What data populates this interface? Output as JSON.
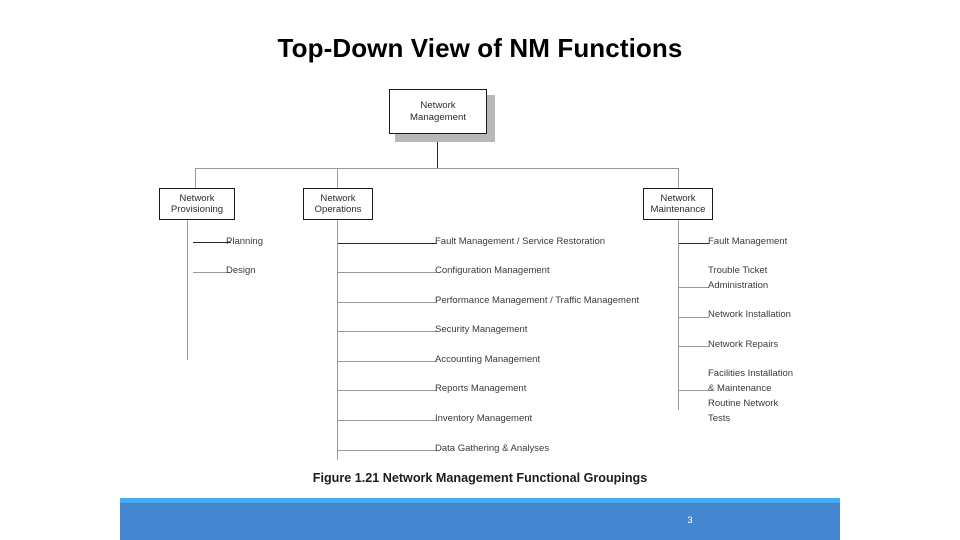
{
  "slide": {
    "title": "Top-Down View of NM Functions",
    "page_number": "3",
    "accent_color": "#4586d1",
    "accent_stripe_color": "#41adf4"
  },
  "figure": {
    "caption": "Figure 1.21 Network Management Functional Groupings",
    "root": {
      "line1": "Network",
      "line2": "Management"
    },
    "branches": [
      {
        "name": "network-provisioning",
        "box": {
          "line1": "Network",
          "line2": "Provisioning"
        },
        "leaves": [
          {
            "line1": "Planning",
            "line2": ""
          },
          {
            "line1": "Design",
            "line2": ""
          }
        ]
      },
      {
        "name": "network-operations",
        "box": {
          "line1": "Network",
          "line2": "Operations"
        },
        "leaves": [
          {
            "line1": "Fault Management / Service Restoration",
            "line2": ""
          },
          {
            "line1": "Configuration Management",
            "line2": ""
          },
          {
            "line1": "Performance Management / Traffic Management",
            "line2": ""
          },
          {
            "line1": "Security Management",
            "line2": ""
          },
          {
            "line1": "Accounting Management",
            "line2": ""
          },
          {
            "line1": "Reports Management",
            "line2": ""
          },
          {
            "line1": "Inventory Management",
            "line2": ""
          },
          {
            "line1": "Data Gathering & Analyses",
            "line2": ""
          }
        ]
      },
      {
        "name": "network-maintenance",
        "box": {
          "line1": "Network",
          "line2": "Maintenance"
        },
        "leaves": [
          {
            "line1": "Fault Management",
            "line2": ""
          },
          {
            "line1": "Trouble Ticket",
            "line2": "Administration"
          },
          {
            "line1": "Network Installation",
            "line2": ""
          },
          {
            "line1": "Network Repairs",
            "line2": ""
          },
          {
            "line1": "Facilities Installation",
            "line2": "& Maintenance"
          },
          {
            "line1": "Routine  Network",
            "line2": "Tests"
          }
        ]
      }
    ]
  }
}
